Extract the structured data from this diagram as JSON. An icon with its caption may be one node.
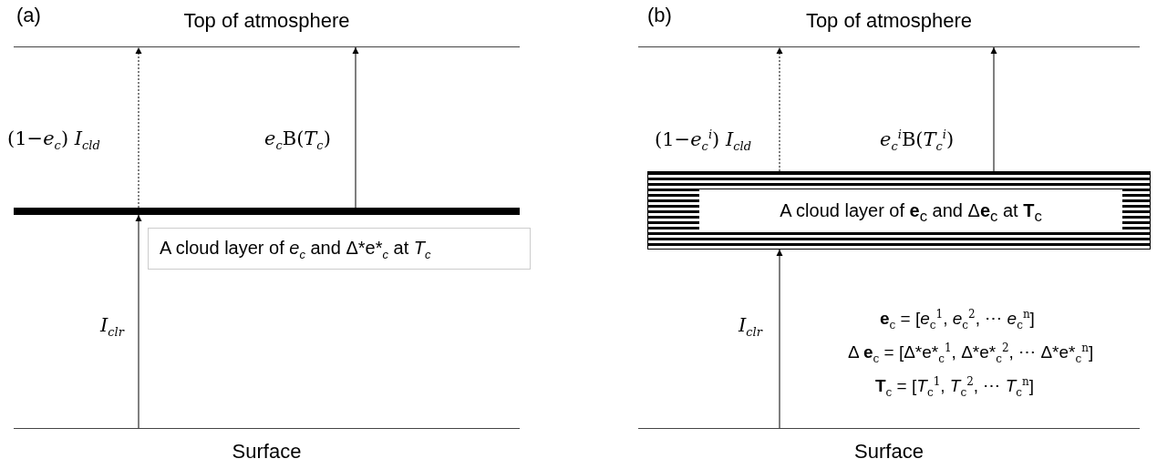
{
  "diagram": {
    "nodes": [
      {
        "text": [
          "Top of atmosphere"
        ]
      },
      {
        "text": [],
        "shape": "bar",
        "beside": [
          "A cloud layer of *e*$_{c}$ and Δ*e*$_{c}$ at *T*$_{c}$"
        ]
      },
      {
        "text": [
          "Surface"
        ]
      },
      {
        "text": [
          "Top of atmosphere"
        ]
      },
      {
        "text": [
          "A cloud layer of **e**$_{c}$ and Δ**e**$_{c}$ at **T**$_{c}$"
        ]
      },
      {
        "text": [
          "Surface"
        ]
      }
    ],
    "edges": [
      {
        "from": 2,
        "to": 1,
        "arrow": "to",
        "label": "*I*$_{clr}$"
      },
      {
        "from": 1,
        "to": 0,
        "arrow": "to",
        "style": "dashed",
        "label": "(1−*e*$_{c}$) *I*$_{cld}$"
      },
      {
        "from": 1,
        "to": 0,
        "arrow": "to",
        "label": "*e*$_{c}$B(*T*$_{c}$)"
      },
      {
        "from": 5,
        "to": 4,
        "arrow": "to",
        "label": "*I*$_{clr}$"
      },
      {
        "from": 4,
        "to": 3,
        "arrow": "to",
        "style": "dashed",
        "label": "(1−*e*$_{c}$$^{i}$) *I*$_{cld}$"
      },
      {
        "from": 4,
        "to": 3,
        "arrow": "to",
        "label": "*e*$_{c}$$^{i}$B(*T*$_{c}$$^{i}$)"
      }
    ],
    "labels": [
      "(a)",
      "(b)",
      "**e**$_{c}$ = [*e*$_{c}$$^{1}$, *e*$_{c}$$^{2}$, ⋯ *e*$_{c}$$^{n}$]",
      "Δ **e**$_{c}$ = [Δ*e*$_{c}$$^{1}$, Δ*e*$_{c}$$^{2}$, ⋯ Δ*e*$_{c}$$^{n}$]",
      "**T**$_{c}$ = [*T*$_{c}$$^{1}$, *T*$_{c}$$^{2}$, ⋯ *T*$_{c}$$^{n}$]"
    ]
  }
}
